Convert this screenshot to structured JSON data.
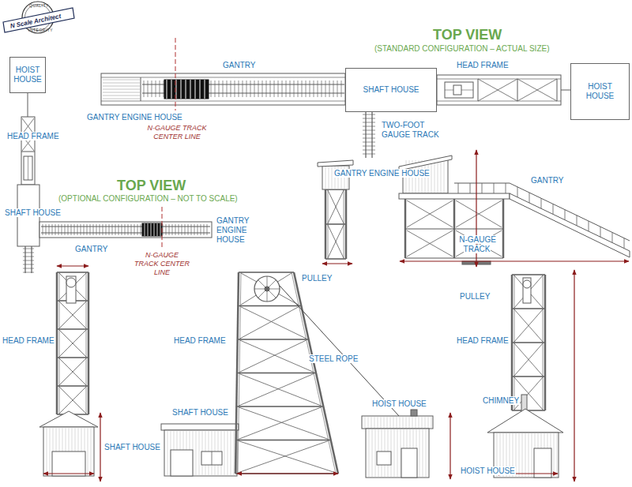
{
  "diagram": {
    "nodes": [
      {
        "text": [
          "HOIST HOUSE"
        ]
      },
      {
        "text": [
          "SHAFT HOUSE"
        ]
      },
      {
        "text": [
          "HOIST HOUSE"
        ]
      }
    ],
    "labels": [
      "QUALITY",
      "N Scale Architect",
      "INTEGRITY",
      "TOP VIEW",
      "(STANDARD CONFIGURATION – ACTUAL SIZE)",
      "GANTRY",
      "HEAD FRAME",
      "GANTRY ENGINE HOUSE",
      "N-GAUGE TRACK CENTER LINE",
      "HEAD FRAME",
      "TWO-FOOT GAUGE TRACK",
      "GANTRY ENGINE HOUSE",
      "GANTRY",
      "SHAFT HOUSE",
      "TOP VIEW",
      "(OPTIONAL CONFIGURATION – NOT TO SCALE)",
      "GANTRY ENGINE HOUSE",
      "GANTRY",
      "N-GAUGE TRACK CENTER LINE",
      "N-GAUGE TRACK",
      "PULLEY",
      "HEAD FRAME",
      "HEAD FRAME",
      "STEEL ROPE",
      "PULLEY",
      "HEAD FRAME",
      "HOIST HOUSE",
      "SHAFT HOUSE",
      "CHIMNEY",
      "SHAFT HOUSE",
      "HOIST HOUSE"
    ]
  }
}
